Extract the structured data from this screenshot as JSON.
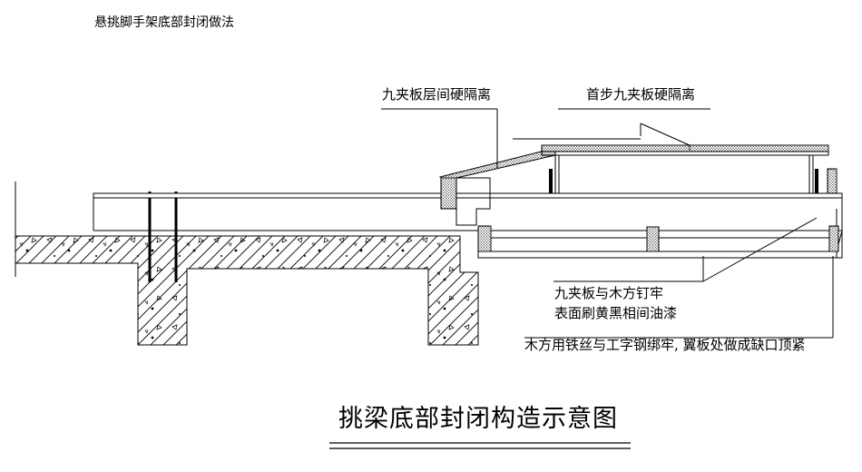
{
  "drawing": {
    "top_caption": "悬挑脚手架底部封闭做法",
    "title": "挑梁底部封闭构造示意图",
    "labels": {
      "plywood_floor_isolation": "九夹板层间硬隔离",
      "first_step_plywood_isolation": "首步九夹板硬隔离",
      "plywood_nailed_to_timber": "九夹板与木方钉牢",
      "surface_painted": "表面刷黄黑相间油漆",
      "timber_tied_to_beam": "木方用铁丝与工字钢绑牢, 翼板处做成缺口顶紧"
    }
  }
}
